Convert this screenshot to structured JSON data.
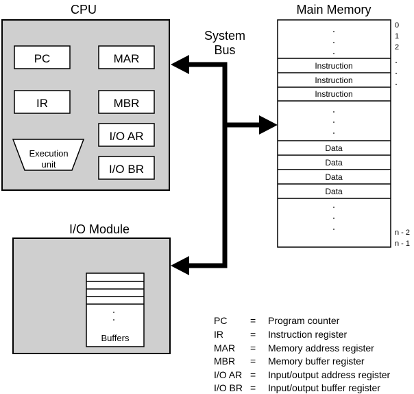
{
  "cpu": {
    "title": "CPU",
    "registers": {
      "pc": "PC",
      "mar": "MAR",
      "ir": "IR",
      "mbr": "MBR",
      "io_ar": "I/O AR",
      "io_br": "I/O BR"
    },
    "execution_unit": {
      "line1": "Execution",
      "line2": "unit"
    }
  },
  "system_bus": {
    "line1": "System",
    "line2": "Bus"
  },
  "main_memory": {
    "title": "Main Memory",
    "instructions": [
      "Instruction",
      "Instruction",
      "Instruction"
    ],
    "data": [
      "Data",
      "Data",
      "Data",
      "Data"
    ],
    "addresses": {
      "a0": "0",
      "a1": "1",
      "a2": "2",
      "n2": "n - 2",
      "n1": "n - 1"
    }
  },
  "io_module": {
    "title": "I/O Module",
    "buffers_label": "Buffers"
  },
  "legend": [
    {
      "abbr": "PC",
      "eq": "=",
      "desc": "Program counter"
    },
    {
      "abbr": "IR",
      "eq": "=",
      "desc": "Instruction register"
    },
    {
      "abbr": "MAR",
      "eq": "=",
      "desc": "Memory address register"
    },
    {
      "abbr": "MBR",
      "eq": "=",
      "desc": "Memory buffer register"
    },
    {
      "abbr": "I/O AR",
      "eq": "=",
      "desc": "Input/output address register"
    },
    {
      "abbr": "I/O BR",
      "eq": "=",
      "desc": "Input/output buffer register"
    }
  ],
  "colors": {
    "box_fill": "#cfcfcf",
    "register_fill": "#ffffff",
    "stroke": "#000000"
  }
}
